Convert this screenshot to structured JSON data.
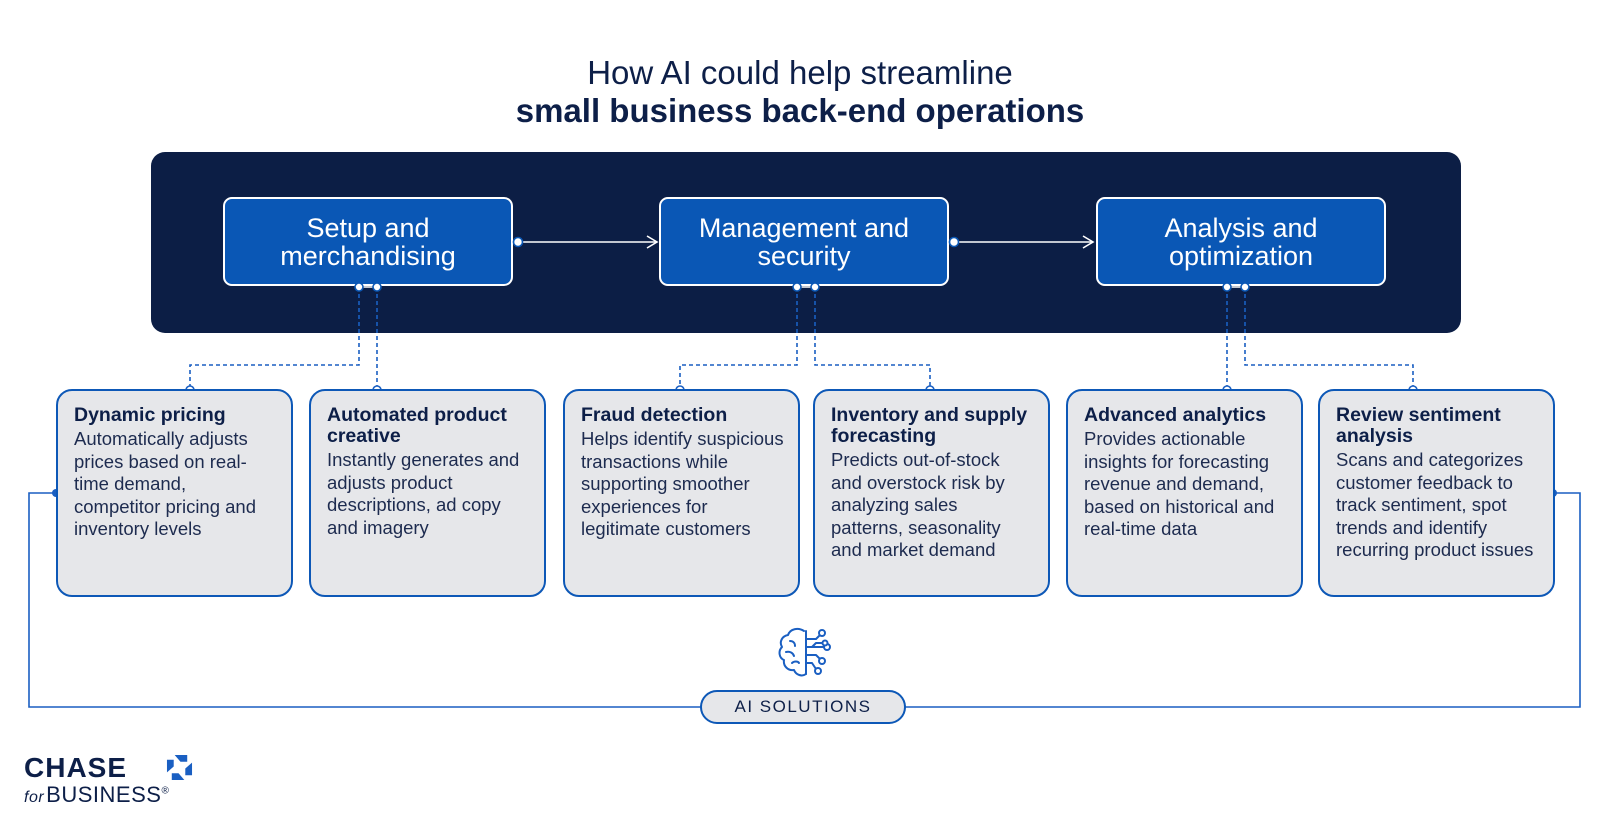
{
  "title": {
    "line1": "How AI could help streamline",
    "line2": "small business back-end operations"
  },
  "stages": [
    {
      "label": "Setup and merchandising"
    },
    {
      "label": "Management and security"
    },
    {
      "label": "Analysis and optimization"
    }
  ],
  "cards": [
    {
      "title": "Dynamic pricing",
      "description": "Automatically adjusts prices based on real-time demand, competitor pricing and inventory levels"
    },
    {
      "title": "Automated product creative",
      "description": "Instantly generates and adjusts product descriptions, ad copy and imagery"
    },
    {
      "title": "Fraud detection",
      "description": "Helps identify suspicious transactions while supporting smoother experiences for legitimate customers"
    },
    {
      "title": "Inventory and supply forecasting",
      "description": "Predicts out-of-stock and overstock risk by analyzing sales patterns, seasonality and market demand"
    },
    {
      "title": "Advanced analytics",
      "description": "Provides actionable insights for forecasting revenue and demand, based on historical and real-time data"
    },
    {
      "title": "Review sentiment analysis",
      "description": "Scans and categorizes customer feedback to track sentiment, spot trends and identify recurring product issues"
    }
  ],
  "ai_label": "AI SOLUTIONS",
  "logo": {
    "wordmark": "CHASE",
    "for_text": "for",
    "business_text": "BUSINESS",
    "registered": "®"
  },
  "colors": {
    "navy": "#0c1e45",
    "blue": "#0a57b5",
    "card_fill": "#e6e7ea",
    "line_blue": "#0d58b7"
  }
}
